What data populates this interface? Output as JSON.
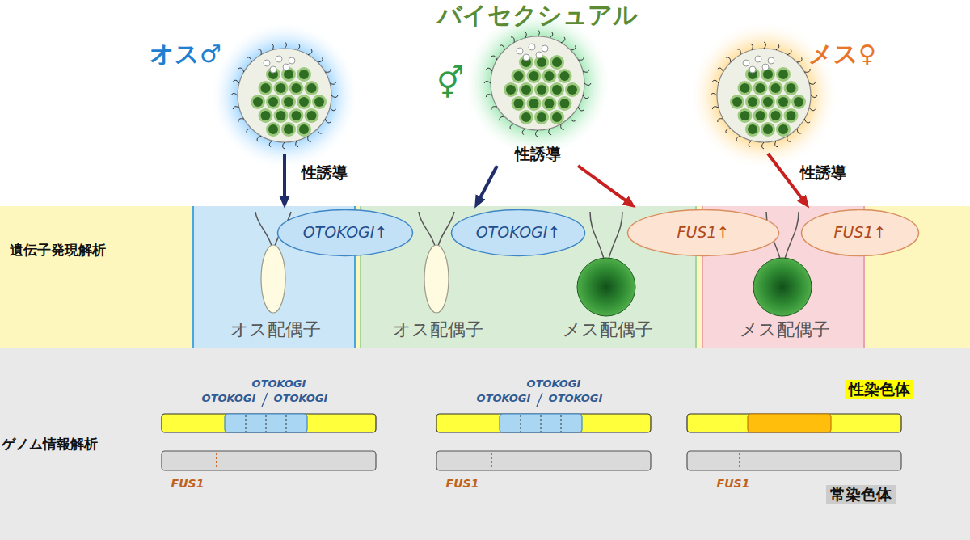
{
  "diagram": {
    "nodes": [
      {
        "text": [
          "オス♂"
        ]
      },
      {
        "text": [
          "バイセクシュアル",
          "⚥"
        ]
      },
      {
        "text": [
          "メス♀"
        ]
      },
      {
        "text": [
          "遺伝子発現解析"
        ]
      },
      {
        "text": [
          "オス配偶子"
        ],
        "in": 3
      },
      {
        "text": [
          "オス配偶子",
          "メス配偶子"
        ],
        "in": 3
      },
      {
        "text": [
          "メス配偶子"
        ],
        "in": 3
      },
      {
        "text": [
          "OTOKOGI↑"
        ],
        "in": 4
      },
      {
        "text": [
          "OTOKOGI↑"
        ],
        "in": 5
      },
      {
        "text": [
          "FUS1↑"
        ],
        "in": 5
      },
      {
        "text": [
          "FUS1↑"
        ],
        "in": 6
      },
      {
        "text": [
          "ゲノム情報解析"
        ]
      },
      {
        "text": [
          "性染色体"
        ],
        "in": 11
      },
      {
        "text": [
          "常染色体"
        ],
        "in": 11
      }
    ],
    "edges": [
      {
        "from": 0,
        "to": 7,
        "arrow": "to",
        "label": "性誘導"
      },
      {
        "from": 1,
        "to": 8,
        "arrow": "to",
        "label": "性誘導"
      },
      {
        "from": 1,
        "to": 9,
        "arrow": "to"
      },
      {
        "from": 2,
        "to": 10,
        "arrow": "to",
        "label": "性誘導"
      }
    ],
    "labels": [
      "OTOKOGI",
      "OTOKOGI",
      "OTOKOGI",
      "OTOKOGI",
      "OTOKOGI",
      "OTOKOGI",
      "FUS1",
      "FUS1",
      "FUS1"
    ]
  }
}
